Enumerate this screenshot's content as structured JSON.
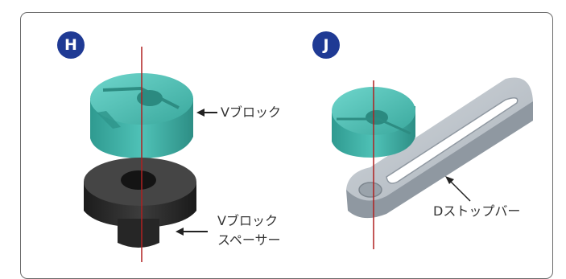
{
  "panels": [
    {
      "badge": "H",
      "labels": {
        "upper_part": "Vブロック",
        "lower_part_line1": "Vブロック",
        "lower_part_line2": "スペーサー"
      }
    },
    {
      "badge": "J",
      "labels": {
        "bar_part": "Dストップバー"
      }
    }
  ],
  "colors": {
    "badge": "#1f3a94",
    "teal_block": "#3fb3a8",
    "spacer": "#2e2e2e",
    "stop_bar": "#b8bfc6",
    "axis_line": "#b02020",
    "frame": "#6a6a6a"
  }
}
